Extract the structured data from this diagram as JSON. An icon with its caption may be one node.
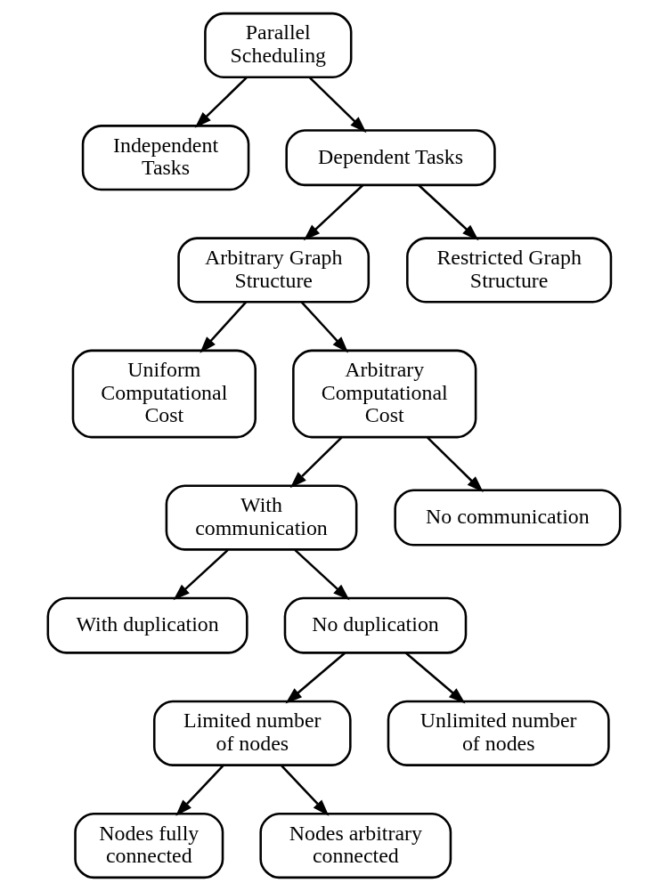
{
  "diagram": {
    "nodes": [
      {
        "text": [
          "Parallel Scheduling"
        ]
      },
      {
        "text": [
          "Independent Tasks"
        ]
      },
      {
        "text": [
          "Dependent Tasks"
        ]
      },
      {
        "text": [
          "Arbitrary Graph Structure"
        ]
      },
      {
        "text": [
          "Restricted Graph Structure"
        ]
      },
      {
        "text": [
          "Uniform Computational Cost"
        ]
      },
      {
        "text": [
          "Arbitrary Computational Cost"
        ]
      },
      {
        "text": [
          "With communication"
        ]
      },
      {
        "text": [
          "No communication"
        ]
      },
      {
        "text": [
          "With duplication"
        ]
      },
      {
        "text": [
          "No duplication"
        ]
      },
      {
        "text": [
          "Limited number of nodes"
        ]
      },
      {
        "text": [
          "Unlimited number of nodes"
        ]
      },
      {
        "text": [
          "Nodes fully connected"
        ]
      },
      {
        "text": [
          "Nodes arbitrary connected"
        ]
      }
    ],
    "edges": [
      {
        "from": 0,
        "to": 1,
        "arrow": "to"
      },
      {
        "from": 0,
        "to": 2,
        "arrow": "to"
      },
      {
        "from": 2,
        "to": 3,
        "arrow": "to"
      },
      {
        "from": 2,
        "to": 4,
        "arrow": "to"
      },
      {
        "from": 3,
        "to": 5,
        "arrow": "to"
      },
      {
        "from": 3,
        "to": 6,
        "arrow": "to"
      },
      {
        "from": 6,
        "to": 7,
        "arrow": "to"
      },
      {
        "from": 6,
        "to": 8,
        "arrow": "to"
      },
      {
        "from": 7,
        "to": 9,
        "arrow": "to"
      },
      {
        "from": 7,
        "to": 10,
        "arrow": "to"
      },
      {
        "from": 10,
        "to": 11,
        "arrow": "to"
      },
      {
        "from": 10,
        "to": 12,
        "arrow": "to"
      },
      {
        "from": 11,
        "to": 13,
        "arrow": "to"
      },
      {
        "from": 11,
        "to": 14,
        "arrow": "to"
      }
    ]
  }
}
